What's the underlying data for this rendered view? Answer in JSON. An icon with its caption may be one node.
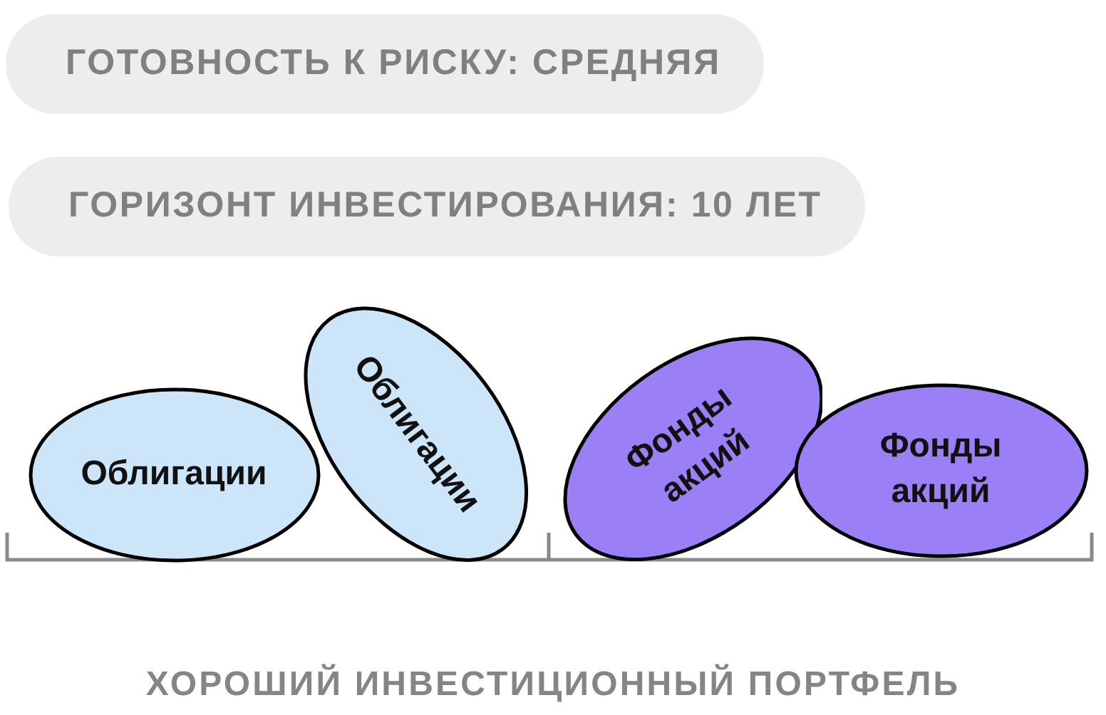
{
  "diagram": {
    "caption": "ХОРОШИЙ ИНВЕСТИЦИОННЫЙ ПОРТФЕЛЬ",
    "nodes": [
      {
        "text": [
          "ГОТОВНОСТЬ К РИСКУ: СРЕДНЯЯ"
        ]
      },
      {
        "text": [
          "ГОРИЗОНТ ИНВЕСТИРОВАНИЯ: 10 ЛЕТ"
        ]
      },
      {
        "text": [
          "Облигации"
        ]
      },
      {
        "text": [
          "Облигации"
        ]
      },
      {
        "text": [
          "Фонды акций"
        ]
      },
      {
        "text": [
          "Фонды акций"
        ]
      }
    ]
  }
}
